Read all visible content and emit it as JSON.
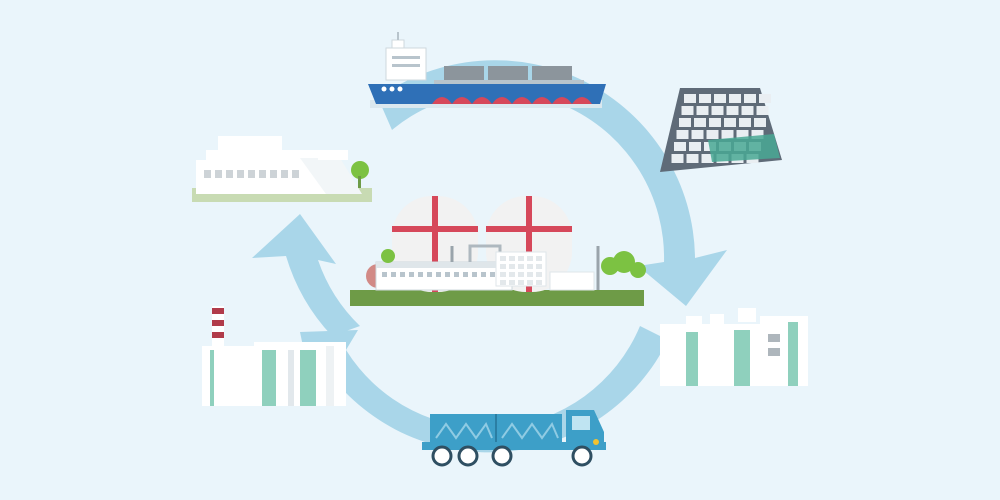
{
  "colors": {
    "background": "#eaf5fb",
    "cycle_arrow": "#a9d6e9",
    "ship_hull": "#2f70b7",
    "hull_wave": "#d6485a",
    "tank_stripe": "#d6485a",
    "solar_panel": "#5f6b78",
    "solar_highlight": "#49a894",
    "truck_body": "#3d9fc8",
    "truck_cab_light": "#f3c22e",
    "ground_green": "#6e9b47",
    "tree_green": "#7cc242",
    "building_white": "#ffffff",
    "building_accent": "#8fd0bd",
    "chimney_red": "#b13b4a"
  },
  "diagram": {
    "type": "cycle",
    "nodes": [
      {
        "id": "lng-carrier-ship",
        "icon": "ship-icon"
      },
      {
        "id": "solar-farm",
        "icon": "solar-panel-icon"
      },
      {
        "id": "industrial-facility-right",
        "icon": "factory-icon"
      },
      {
        "id": "tanker-truck",
        "icon": "truck-icon"
      },
      {
        "id": "power-plant",
        "icon": "chimney-icon"
      },
      {
        "id": "office-building",
        "icon": "building-icon"
      }
    ],
    "center": {
      "id": "lng-terminal",
      "icon": "storage-tank-icon"
    }
  }
}
